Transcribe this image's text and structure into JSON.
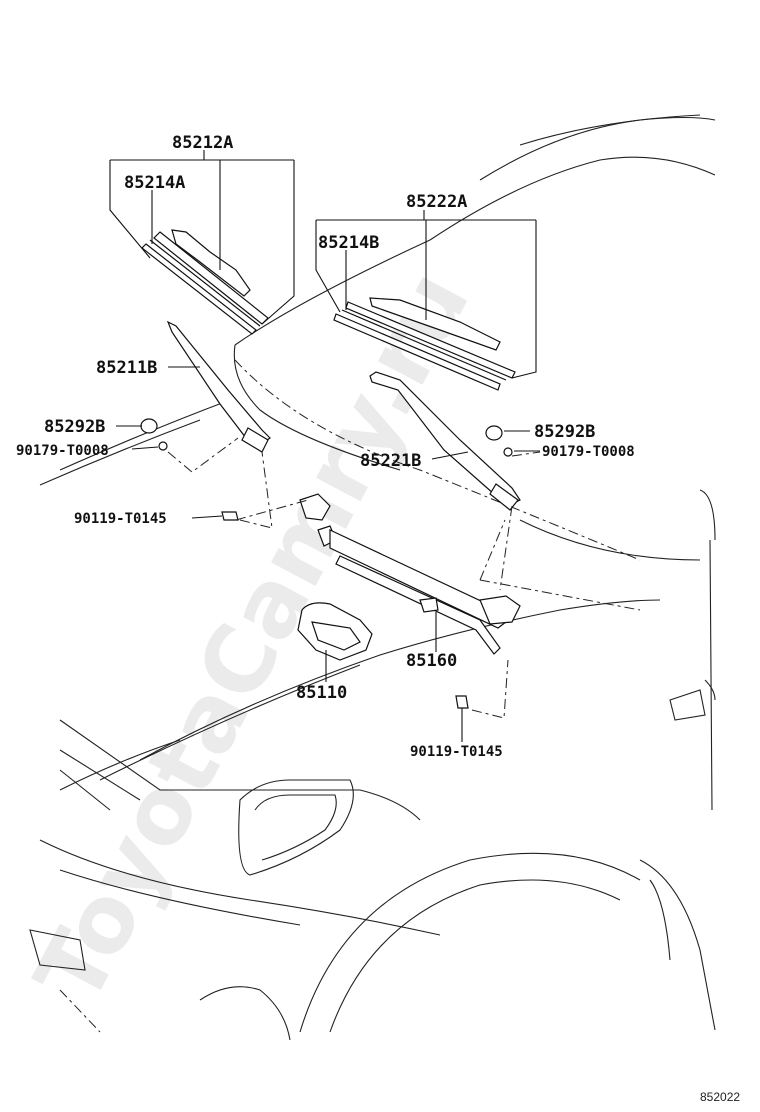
{
  "labels": {
    "p85212A": "85212A",
    "p85214A": "85214A",
    "p85222A": "85222A",
    "p85214B": "85214B",
    "p85211B": "85211B",
    "p85292B_left": "85292B",
    "p90179_left": "90179-T0008",
    "p85221B": "85221B",
    "p85292B_right": "85292B",
    "p90179_right": "90179-T0008",
    "p90119_upper": "90119-T0145",
    "p85160": "85160",
    "p85110": "85110",
    "p90119_lower": "90119-T0145"
  },
  "figure_code": "852022",
  "watermark": "ToyotaCamry.ru"
}
